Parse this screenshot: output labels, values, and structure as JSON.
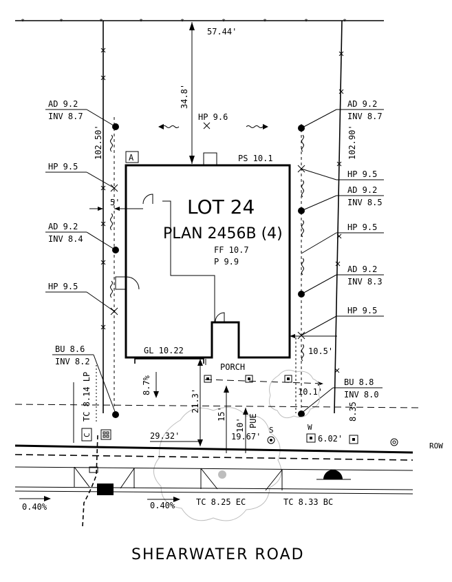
{
  "frontage_label": "57.44'",
  "setback_front": "34.8'",
  "high_point_center": "HP 9.6",
  "ps_label": "PS 10.1",
  "box_marker": "A",
  "left_depth": "102.50'",
  "right_depth": "102.90'",
  "side_setback": "5'",
  "lot": {
    "name": "LOT 24",
    "plan": "PLAN 2456B (4)",
    "ff": "FF 10.7",
    "p": "P 9.9"
  },
  "gl_label": "GL 10.22",
  "porch_label": "PORCH",
  "left_labels": [
    {
      "top": "AD 9.2",
      "bottom": "INV 8.7"
    },
    {
      "top": "HP 9.5",
      "bottom": ""
    },
    {
      "top": "AD 9.2",
      "bottom": "INV 8.4"
    },
    {
      "top": "HP 9.5",
      "bottom": ""
    },
    {
      "top": "BU 8.6",
      "bottom": "INV 8.2"
    }
  ],
  "right_labels": [
    {
      "top": "AD 9.2",
      "bottom": "INV 8.7"
    },
    {
      "top": "HP 9.5",
      "bottom": ""
    },
    {
      "top": "AD 9.2",
      "bottom": "INV 8.5"
    },
    {
      "top": "HP 9.5",
      "bottom": ""
    },
    {
      "top": "AD 9.2",
      "bottom": "INV 8.3"
    },
    {
      "top": "HP 9.5",
      "bottom": ""
    },
    {
      "top": "BU 8.8",
      "bottom": "INV 8.0"
    }
  ],
  "dim_10_5": "10.5'",
  "dim_10_1": "10.1'",
  "dim_8_35": "8.35",
  "slope_driveway": "8.7%",
  "dim_21_3": "21.3'",
  "dim_15": "15'",
  "dim_10": "10'",
  "pue_label": "PUE",
  "tc_lp": "TC 8.14 LP",
  "dim_29_32": "29.32'",
  "dim_19_67": "19.67'",
  "dim_6_02": "6.02'",
  "marker_s": "S",
  "marker_w": "W",
  "marker_c": "C",
  "row_label": "ROW",
  "slope_left": "0.40%",
  "slope_mid": "0.40%",
  "tc_ec": "TC 8.25 EC",
  "tc_bc": "TC 8.33 BC",
  "road_name": "SHEARWATER ROAD"
}
